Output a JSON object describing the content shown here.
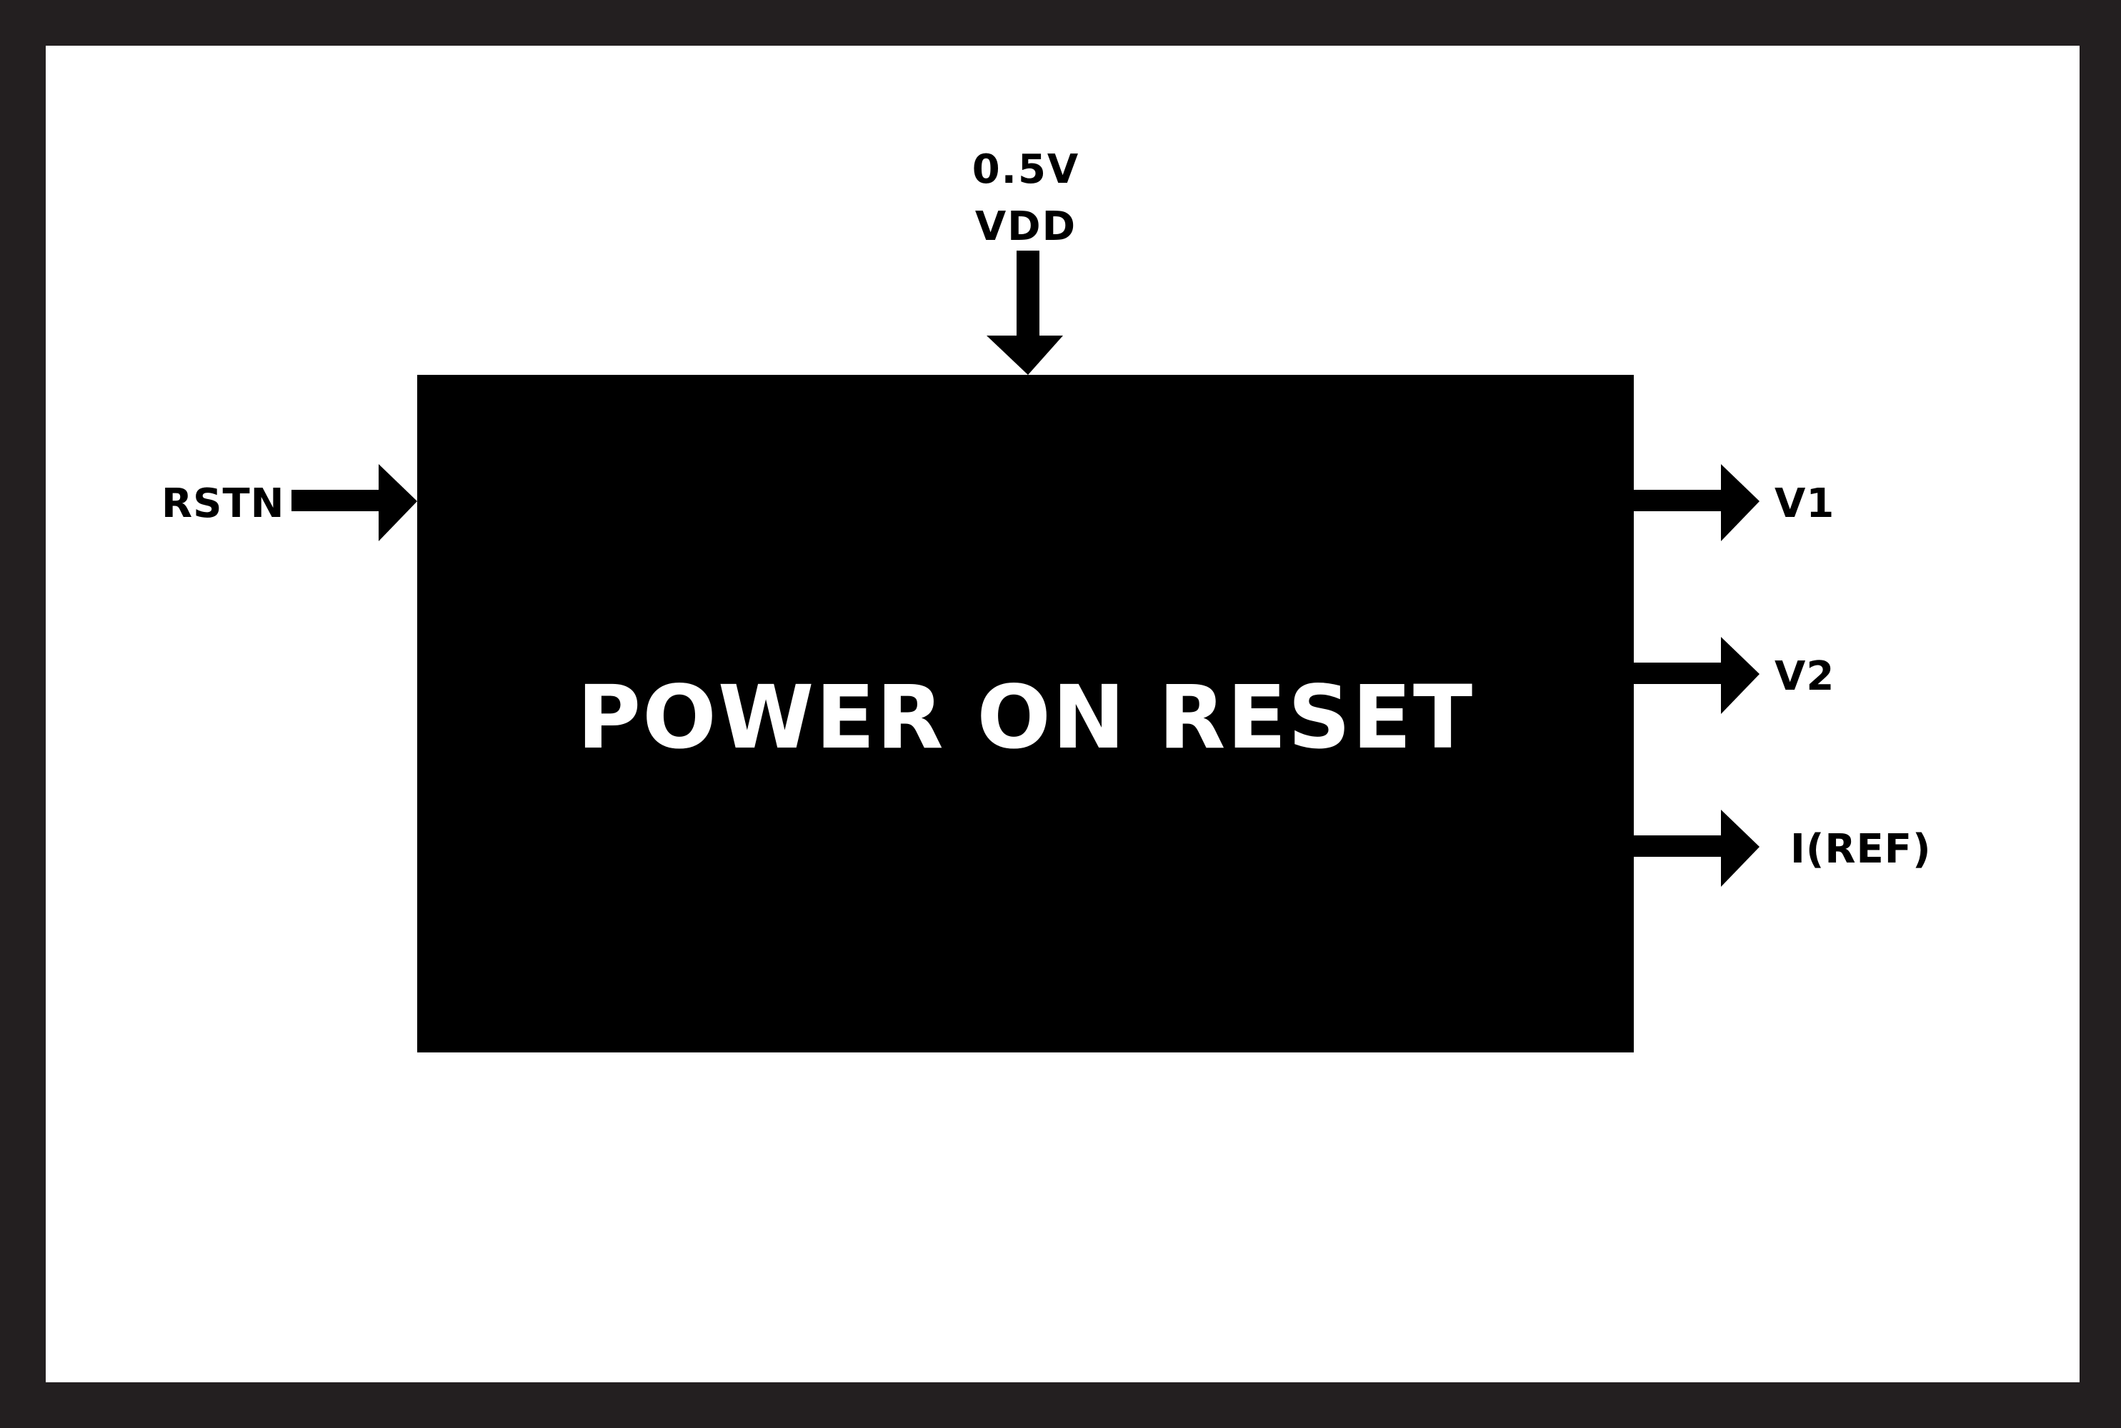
{
  "title": "POWER ON RESET",
  "inputs": {
    "top": {
      "line1": "0.5V",
      "line2": "VDD"
    },
    "left": "RSTN"
  },
  "outputs": {
    "v1": "V1",
    "v2": "V2",
    "iref": "I(REF)"
  },
  "colors": {
    "frame": "#231f20",
    "block": "#000000",
    "block_text": "#ffffff",
    "arrows": "#000000"
  }
}
